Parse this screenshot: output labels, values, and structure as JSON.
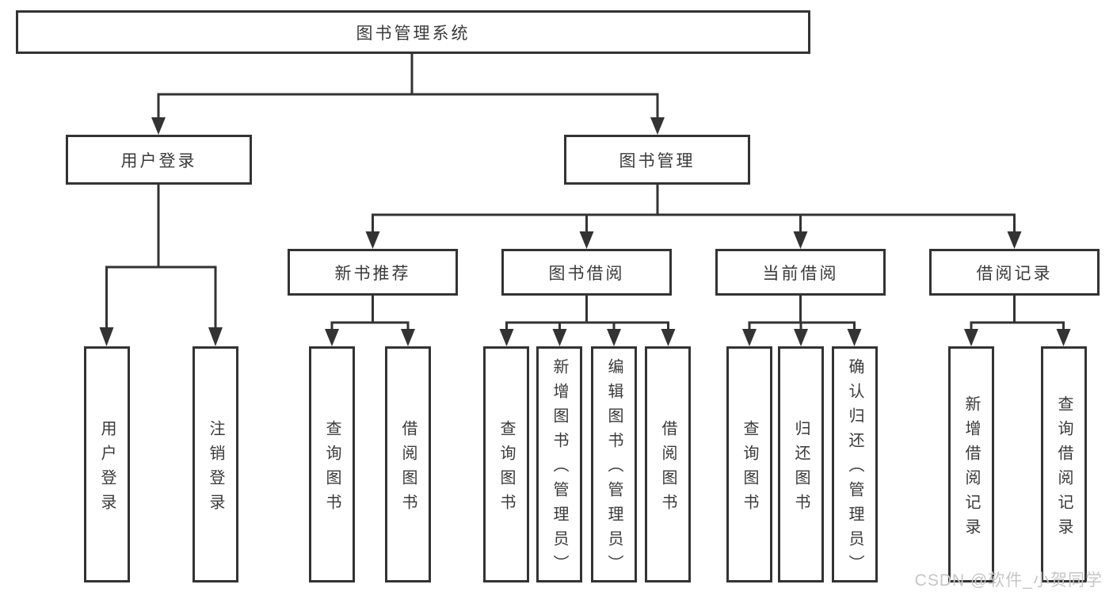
{
  "diagram": {
    "root": {
      "label": "图书管理系统"
    },
    "branches": [
      {
        "label": "用户登录",
        "children": [
          {
            "label": "用户登录"
          },
          {
            "label": "注销登录"
          }
        ]
      },
      {
        "label": "图书管理",
        "children": [
          {
            "label": "新书推荐",
            "children": [
              {
                "label": "查询图书"
              },
              {
                "label": "借阅图书"
              }
            ]
          },
          {
            "label": "图书借阅",
            "children": [
              {
                "label": "查询图书"
              },
              {
                "label": "新增图书（管理员）"
              },
              {
                "label": "编辑图书（管理员）"
              },
              {
                "label": "借阅图书"
              }
            ]
          },
          {
            "label": "当前借阅",
            "children": [
              {
                "label": "查询图书"
              },
              {
                "label": "归还图书"
              },
              {
                "label": "确认归还（管理员）"
              }
            ]
          },
          {
            "label": "借阅记录",
            "children": [
              {
                "label": "新增借阅记录"
              },
              {
                "label": "查询借阅记录"
              }
            ]
          }
        ]
      }
    ]
  },
  "watermark": {
    "text": "CSDN @软件_小贺同学",
    "color": "#c6c6c6"
  },
  "colors": {
    "line": "#333333",
    "box_background": "#ffffff",
    "text": "#3a3a3a"
  }
}
